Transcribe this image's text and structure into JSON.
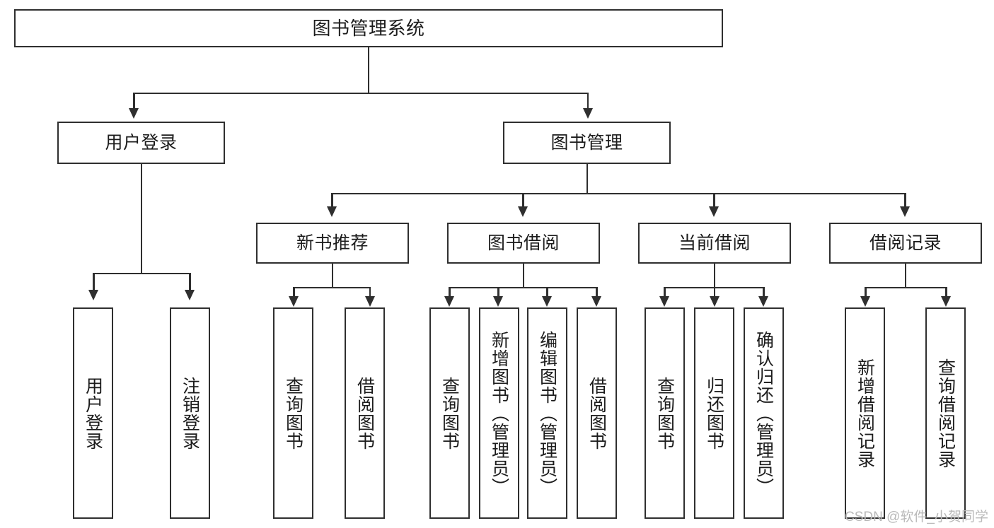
{
  "diagram": {
    "title": "图书管理系统",
    "type": "功能结构图",
    "root": {
      "label": "图书管理系统"
    },
    "level2": [
      {
        "id": "user-login",
        "label": "用户登录"
      },
      {
        "id": "book-management",
        "label": "图书管理"
      }
    ],
    "level3": [
      {
        "id": "new-book-recommend",
        "label": "新书推荐",
        "parent": "book-management"
      },
      {
        "id": "book-borrow",
        "label": "图书借阅",
        "parent": "book-management"
      },
      {
        "id": "current-borrow",
        "label": "当前借阅",
        "parent": "book-management"
      },
      {
        "id": "borrow-record",
        "label": "借阅记录",
        "parent": "book-management"
      }
    ],
    "leaves": [
      {
        "id": "leaf-user-login",
        "label": "用户登录",
        "parent": "user-login"
      },
      {
        "id": "leaf-logout-login",
        "label": "注销登录",
        "parent": "user-login"
      },
      {
        "id": "leaf-query-book-1",
        "label": "查询图书",
        "parent": "new-book-recommend"
      },
      {
        "id": "leaf-borrow-book-1",
        "label": "借阅图书",
        "parent": "new-book-recommend"
      },
      {
        "id": "leaf-query-book-2",
        "label": "查询图书",
        "parent": "book-borrow"
      },
      {
        "id": "leaf-add-book",
        "label": "新增图书（管理员）",
        "parent": "book-borrow"
      },
      {
        "id": "leaf-edit-book",
        "label": "编辑图书（管理员）",
        "parent": "book-borrow"
      },
      {
        "id": "leaf-borrow-book-2",
        "label": "借阅图书",
        "parent": "book-borrow"
      },
      {
        "id": "leaf-query-book-3",
        "label": "查询图书",
        "parent": "current-borrow"
      },
      {
        "id": "leaf-return-book",
        "label": "归还图书",
        "parent": "current-borrow"
      },
      {
        "id": "leaf-confirm-return",
        "label": "确认归还（管理员）",
        "parent": "current-borrow"
      },
      {
        "id": "leaf-add-borrow-record",
        "label": "新增借阅记录",
        "parent": "borrow-record"
      },
      {
        "id": "leaf-query-borrow-record",
        "label": "查询借阅记录",
        "parent": "borrow-record"
      }
    ],
    "colors": {
      "stroke": "#2f2f2f",
      "background": "#ffffff",
      "text": "#1c1c1c",
      "watermark": "#b9b9b9"
    }
  },
  "watermark": {
    "text": "CSDN @软件_小贺同学"
  }
}
